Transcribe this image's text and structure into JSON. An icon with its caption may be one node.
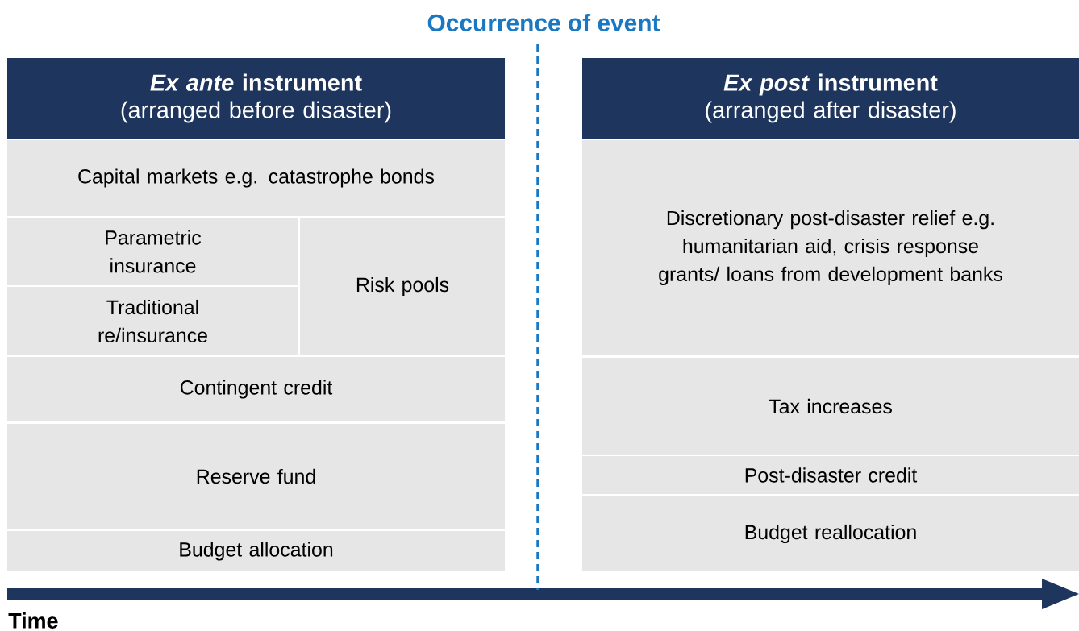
{
  "diagram": {
    "title": "Occurrence of event",
    "nodes": [
      {
        "text": [
          "*Ex ante* instrument",
          "(arranged before disaster)"
        ]
      },
      {
        "text": [
          "Capital markets e.g. catastrophe bonds"
        ]
      },
      {
        "text": [
          "Parametric insurance"
        ]
      },
      {
        "text": [
          "Traditional re/insurance"
        ]
      },
      {
        "text": [
          "Risk pools"
        ]
      },
      {
        "text": [
          "Contingent credit"
        ]
      },
      {
        "text": [
          "Reserve fund"
        ]
      },
      {
        "text": [
          "Budget allocation"
        ]
      },
      {
        "text": [
          "*Ex post* instrument",
          "(arranged after disaster)"
        ]
      },
      {
        "text": [
          "Discretionary post-disaster relief e.g. humanitarian aid, crisis response grants/ loans from development banks"
        ]
      },
      {
        "text": [
          "Tax increases"
        ]
      },
      {
        "text": [
          "Post-disaster credit"
        ]
      },
      {
        "text": [
          "Budget reallocation"
        ]
      }
    ],
    "labels": [
      "Time"
    ]
  }
}
